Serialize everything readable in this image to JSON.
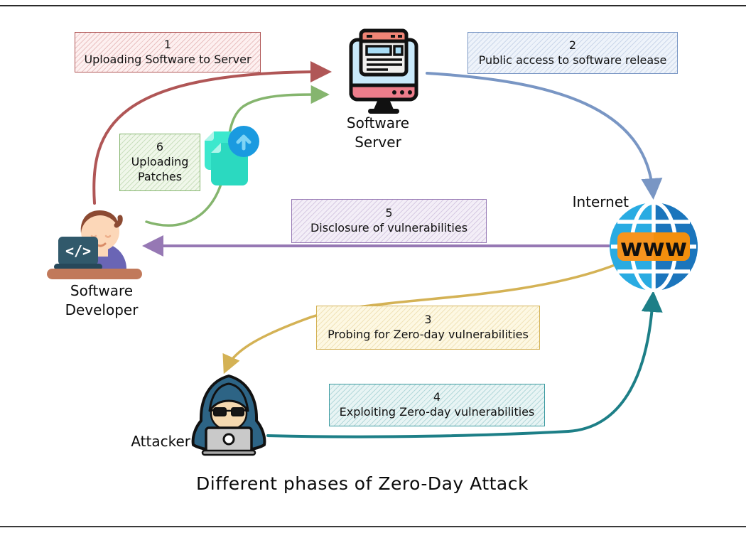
{
  "title": "Different phases of Zero-Day Attack",
  "nodes": {
    "server": {
      "label_line1": "Software",
      "label_line2": "Server"
    },
    "internet": {
      "label": "Internet",
      "globe_text": "www"
    },
    "developer": {
      "label_line1": "Software",
      "label_line2": "Developer",
      "laptop_glyph": "</>"
    },
    "attacker": {
      "label": "Attacker"
    }
  },
  "steps": {
    "s1": {
      "number": "1",
      "label": "Uploading Software to Server"
    },
    "s2": {
      "number": "2",
      "label": "Public access to software release"
    },
    "s3": {
      "number": "3",
      "label": "Probing for Zero-day vulnerabilities"
    },
    "s4": {
      "number": "4",
      "label": "Exploiting Zero-day vulnerabilities"
    },
    "s5": {
      "number": "5",
      "label": "Disclosure of  vulnerabilities"
    },
    "s6": {
      "number": "6",
      "label_line1": "Uploading",
      "label_line2": "Patches"
    }
  },
  "colors": {
    "arrow_step1_red": "#b05656",
    "arrow_step2_blue": "#7996c4",
    "arrow_step3_yellow": "#d4b255",
    "arrow_step4_teal": "#1d7f87",
    "arrow_step5_purple": "#9678b4",
    "arrow_step6_green": "#85b56e",
    "globe_blue_light": "#29abe2",
    "globe_blue_dark": "#1b75bc",
    "globe_banner_orange": "#f7941e",
    "patch_turquoise": "#2bd9c0",
    "patch_circle_blue": "#1a9ae0"
  }
}
